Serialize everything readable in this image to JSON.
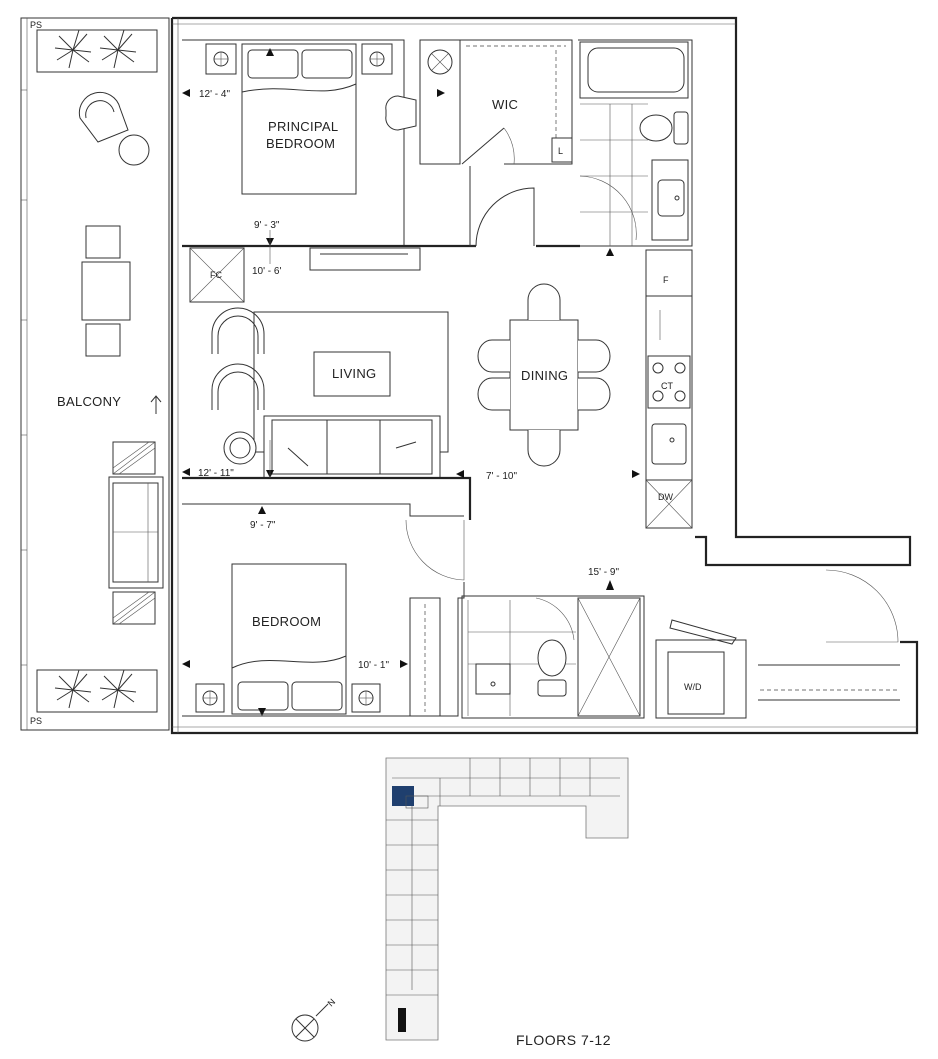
{
  "rooms": {
    "principal_bedroom_line1": "PRINCIPAL",
    "principal_bedroom_line2": "BEDROOM",
    "wic": "WIC",
    "living": "LIVING",
    "dining": "DINING",
    "balcony": "BALCONY",
    "bedroom": "BEDROOM"
  },
  "dimensions": {
    "principal_width": "12' - 4\"",
    "principal_depth": "9' - 3\"",
    "living_depth": "10' - 6'",
    "living_width": "12' - 11\"",
    "dining_width": "7' - 10\"",
    "bedroom_depth": "9' - 7\"",
    "bedroom_width": "10' - 1\"",
    "entry_length": "15' - 9\""
  },
  "tags": {
    "fc": "FC",
    "linen": "L",
    "fridge": "F",
    "cooktop": "CT",
    "dishwasher": "DW",
    "washer_dryer": "W/D",
    "ps_top": "PS",
    "ps_bottom": "PS"
  },
  "key_plan": {
    "caption": "FLOORS 7-12",
    "north_label": "N",
    "highlight_color": "#1f3f6e"
  }
}
